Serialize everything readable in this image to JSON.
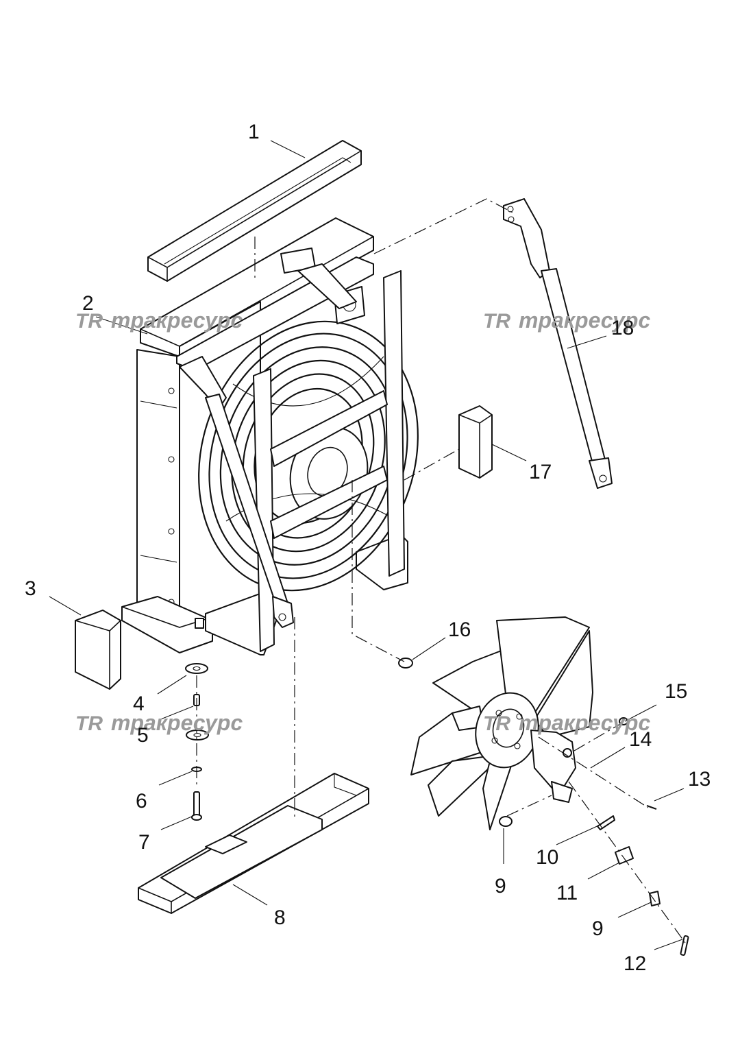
{
  "watermark": {
    "logo": "TR",
    "text": "тракресурс",
    "color": "#9a9a9a"
  },
  "callouts": [
    {
      "id": "1",
      "label": "1"
    },
    {
      "id": "2",
      "label": "2"
    },
    {
      "id": "3",
      "label": "3"
    },
    {
      "id": "4",
      "label": "4"
    },
    {
      "id": "5",
      "label": "5"
    },
    {
      "id": "6",
      "label": "6"
    },
    {
      "id": "7",
      "label": "7"
    },
    {
      "id": "8",
      "label": "8"
    },
    {
      "id": "9a",
      "label": "9"
    },
    {
      "id": "9b",
      "label": "9"
    },
    {
      "id": "10",
      "label": "10"
    },
    {
      "id": "11",
      "label": "11"
    },
    {
      "id": "12",
      "label": "12"
    },
    {
      "id": "13",
      "label": "13"
    },
    {
      "id": "14",
      "label": "14"
    },
    {
      "id": "15",
      "label": "15"
    },
    {
      "id": "16",
      "label": "16"
    },
    {
      "id": "17",
      "label": "17"
    },
    {
      "id": "18",
      "label": "18"
    }
  ]
}
